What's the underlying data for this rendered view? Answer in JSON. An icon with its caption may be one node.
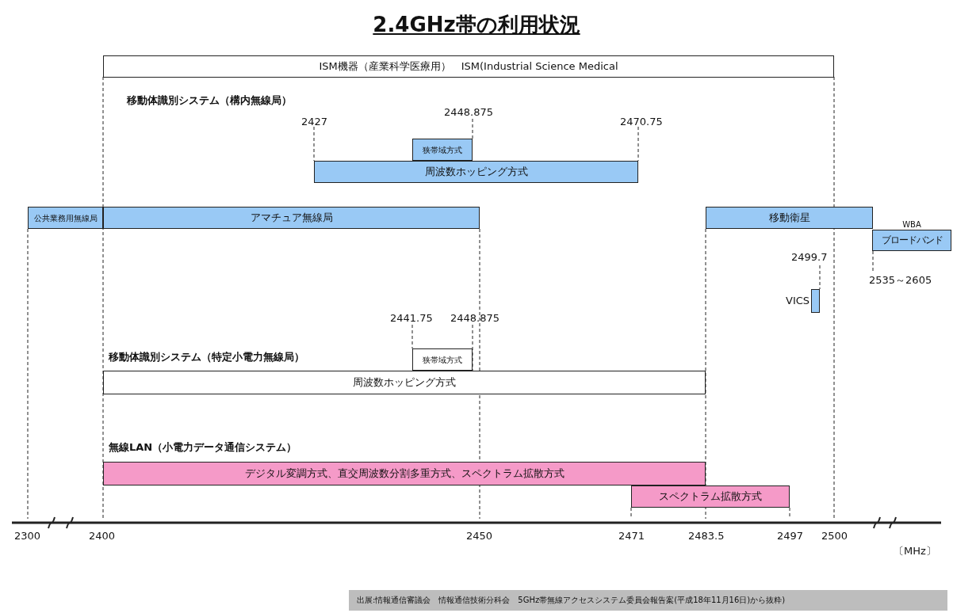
{
  "diagram": {
    "title": "2.4GHz帯の利用状況",
    "caption": "出展:情報通信審議会　情報通信技術分科会　5GHz帯無線アクセスシステム委員会報告案(平成18年11月16日)から抜粋)",
    "nodes": [
      {
        "text": [
          "ISM機器（産業科学医療用）　ISM(Industrial Science Medical"
        ]
      },
      {
        "text": [
          "狭帯域方式"
        ],
        "beside": [
          "2448.875"
        ]
      },
      {
        "text": [
          "周波数ホッピング方式"
        ],
        "beside": [
          "2427",
          "2470.75"
        ]
      },
      {
        "text": [
          "公共業務用無線局"
        ]
      },
      {
        "text": [
          "アマチュア無線局"
        ]
      },
      {
        "text": [
          "移動衛星"
        ]
      },
      {
        "text": [
          "WBA",
          "ブロードバンド"
        ],
        "beside": [
          "2535～2605"
        ]
      },
      {
        "text": [],
        "shape": "bar",
        "beside": [
          "VICS",
          "2499.7"
        ]
      },
      {
        "text": [
          "狭帯域方式"
        ],
        "beside": [
          "2441.75",
          "2448.875"
        ]
      },
      {
        "text": [
          "周波数ホッピング方式"
        ]
      },
      {
        "text": [
          "デジタル変調方式、直交周波数分割多重方式、スペクトラム拡散方式"
        ]
      },
      {
        "text": [
          "スペクトラム拡散方式"
        ]
      }
    ],
    "edges": [],
    "labels": [
      "移動体識別システム（構内無線局）",
      "移動体識別システム（特定小電力無線局）",
      "無線LAN（小電力データ通信システム）",
      "2300",
      "2400",
      "2450",
      "2471",
      "2483.5",
      "2497",
      "2500",
      "〔MHz〕"
    ]
  }
}
